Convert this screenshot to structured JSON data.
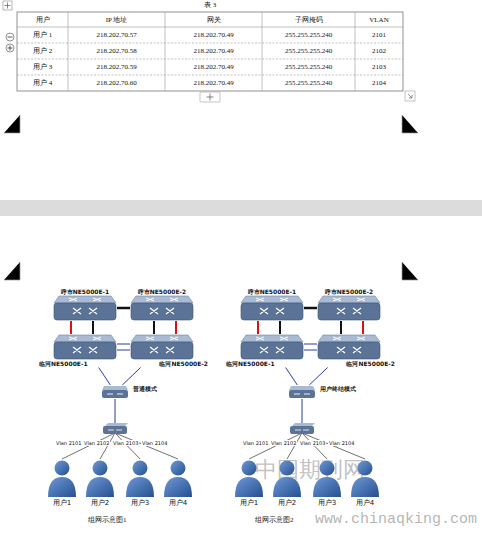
{
  "diagram": {
    "nodes": [
      {
        "text": [
          "呼市NE5000E-1"
        ]
      },
      {
        "text": [
          "呼市NE5000E-2"
        ]
      },
      {
        "text": [
          "临河NE5000E-1"
        ]
      },
      {
        "text": [
          "临河NE5000E-2"
        ]
      },
      {
        "text": [
          "普通模式"
        ]
      },
      {
        "text": [
          "用户1"
        ]
      },
      {
        "text": [
          "用户2"
        ]
      },
      {
        "text": [
          "用户3"
        ]
      },
      {
        "text": [
          "用户4"
        ]
      },
      {
        "text": [
          "呼市NE5000E-1"
        ]
      },
      {
        "text": [
          "呼市NE5000E-2"
        ]
      },
      {
        "text": [
          "临河NE5000E-1"
        ]
      },
      {
        "text": [
          "临河NE5000E-2"
        ]
      },
      {
        "text": [
          "用户终结模式"
        ]
      },
      {
        "text": [
          "用户1"
        ]
      },
      {
        "text": [
          "用户2"
        ]
      },
      {
        "text": [
          "用户3"
        ]
      },
      {
        "text": [
          "用户4"
        ]
      }
    ],
    "edges": [
      {
        "from": 0,
        "to": 1,
        "arrow": "none"
      },
      {
        "from": 0,
        "to": 2,
        "arrow": "none"
      },
      {
        "from": 0,
        "to": 2,
        "arrow": "none"
      },
      {
        "from": 1,
        "to": 3,
        "arrow": "none"
      },
      {
        "from": 1,
        "to": 3,
        "arrow": "none"
      },
      {
        "from": 2,
        "to": 3,
        "arrow": "none"
      },
      {
        "from": 2,
        "to": 3,
        "arrow": "none"
      },
      {
        "from": 4,
        "to": 2,
        "arrow": "none"
      },
      {
        "from": 4,
        "to": 3,
        "arrow": "none"
      },
      {
        "from": 9,
        "to": 10,
        "arrow": "none"
      },
      {
        "from": 9,
        "to": 11,
        "arrow": "none"
      },
      {
        "from": 9,
        "to": 11,
        "arrow": "none"
      },
      {
        "from": 10,
        "to": 12,
        "arrow": "none"
      },
      {
        "from": 10,
        "to": 12,
        "arrow": "none"
      },
      {
        "from": 11,
        "to": 12,
        "arrow": "none"
      },
      {
        "from": 11,
        "to": 12,
        "arrow": "none"
      },
      {
        "from": 13,
        "to": 11,
        "arrow": "none"
      },
      {
        "from": 13,
        "to": 12,
        "arrow": "none"
      }
    ],
    "labels": [
      "表 3",
      "用户",
      "IP 地址",
      "网关",
      "子网掩码",
      "VLAN",
      "用户 1",
      "218.202.70.57",
      "218.202.70.49",
      "255.255.255.240",
      "2101",
      "用户 2",
      "218.202.70.58",
      "218.202.70.49",
      "255.255.255.240",
      "2102",
      "用户 3",
      "218.202.70.59",
      "218.202.70.49",
      "255.255.255.240",
      "2103",
      "用户 4",
      "218.202.70.60",
      "218.202.70.49",
      "255.255.255.240",
      "2104",
      "Vlan 2101",
      "Vlan 2102",
      "Vlan 2103",
      "Vlan 2104",
      "组网示意图1",
      "Vlan 2101",
      "Vlan 2102",
      "Vlan 2103",
      "Vlan 2104",
      "组网示意图2",
      "中国期刊网",
      "www.chinaqking.com"
    ]
  }
}
